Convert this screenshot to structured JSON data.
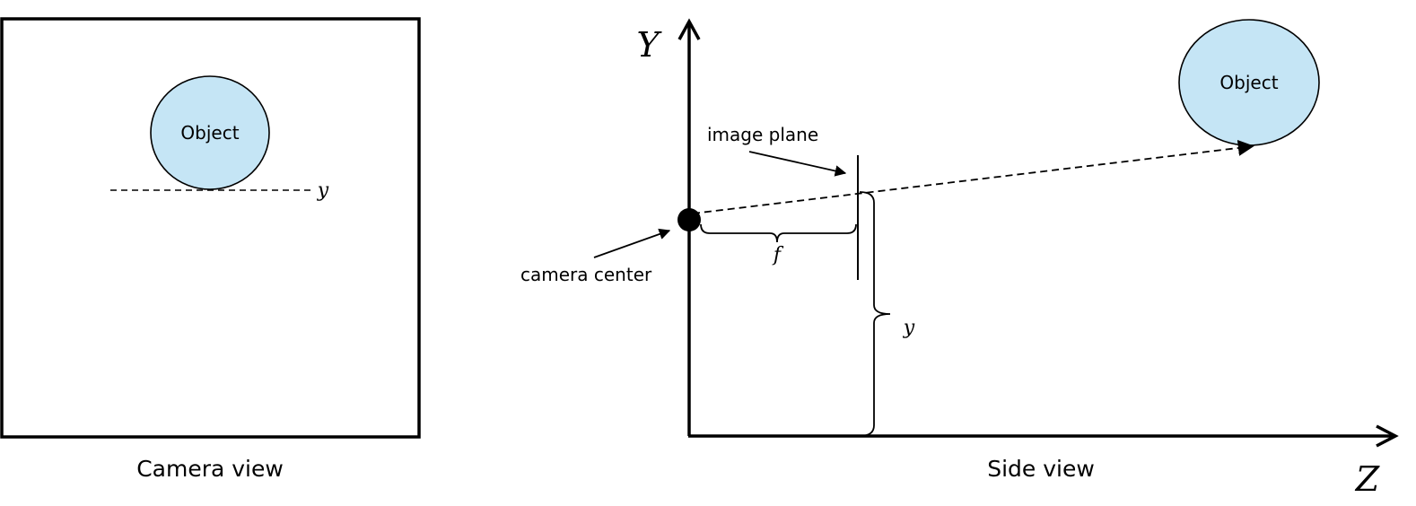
{
  "camera_view": {
    "caption": "Camera view",
    "object_label": "Object",
    "y_label": "y"
  },
  "side_view": {
    "caption": "Side view",
    "y_axis_label": "Y",
    "z_axis_label": "Z",
    "object_label": "Object",
    "image_plane_label": "image plane",
    "camera_center_label": "camera center",
    "focal_length_label": "f",
    "y_label": "y"
  },
  "colors": {
    "object_fill": "#c5e5f5",
    "stroke": "#000000",
    "background": "#ffffff"
  }
}
